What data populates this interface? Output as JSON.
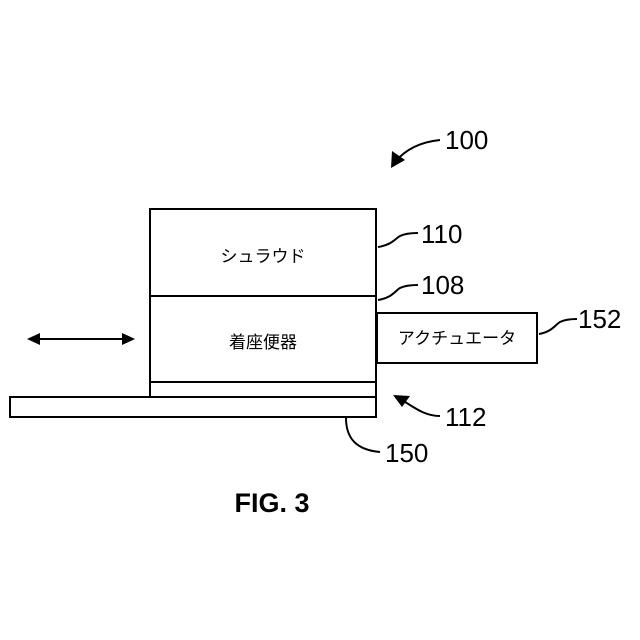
{
  "figure": {
    "caption": "FIG. 3",
    "ref_system": "100",
    "ref_shroud": "110",
    "ref_interface": "108",
    "ref_actuator": "152",
    "ref_gap": "112",
    "ref_base": "150",
    "shroud_label": "シュラウド",
    "seat_label": "着座便器",
    "actuator_label": "アクチュエータ"
  }
}
